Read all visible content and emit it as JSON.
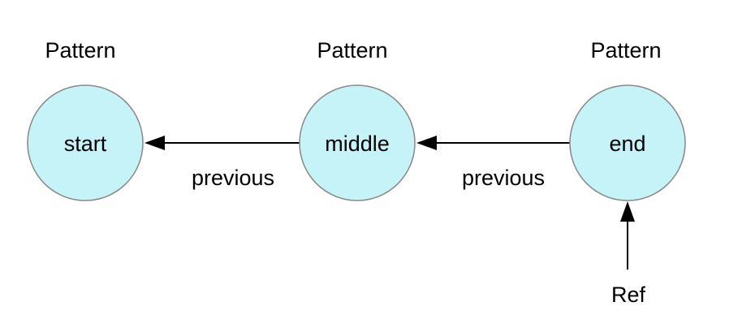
{
  "diagram": {
    "description": "Linked list of Pattern nodes with previous pointers and a Ref pointer to end",
    "colors": {
      "background": "#ffffff",
      "node_fill": "#c6f3f8",
      "node_stroke": "#888888",
      "line": "#000000",
      "text": "#000000"
    },
    "nodes": [
      {
        "type_label": "Pattern",
        "label": "start"
      },
      {
        "type_label": "Pattern",
        "label": "middle"
      },
      {
        "type_label": "Pattern",
        "label": "end"
      }
    ],
    "edges": [
      {
        "label": "previous",
        "from": "middle",
        "to": "start"
      },
      {
        "label": "previous",
        "from": "end",
        "to": "middle"
      },
      {
        "label": "Ref",
        "from": "Ref",
        "to": "end"
      }
    ]
  }
}
